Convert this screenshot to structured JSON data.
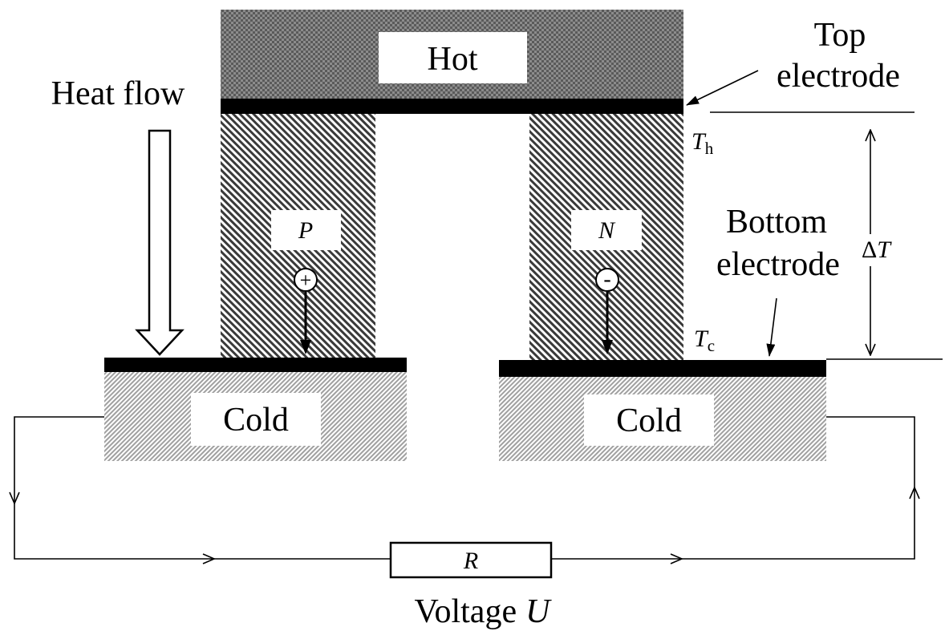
{
  "diagram": {
    "hot_block": {
      "label": "Hot"
    },
    "top_electrode_label": {
      "line1": "Top",
      "line2": "electrode"
    },
    "heat_flow_label": "Heat flow",
    "p_leg": {
      "label": "P",
      "carrier": "+"
    },
    "n_leg": {
      "label": "N",
      "carrier": "-"
    },
    "hot_temperature": {
      "symbol": "T",
      "subscript": "h"
    },
    "cold_temperature": {
      "symbol": "T",
      "subscript": "c"
    },
    "temperature_difference": {
      "prefix": "Δ",
      "symbol": "T"
    },
    "bottom_electrode_label": {
      "line1": "Bottom",
      "line2": "electrode"
    },
    "cold_blocks": [
      {
        "label": "Cold"
      },
      {
        "label": "Cold"
      }
    ],
    "load": {
      "label": "R"
    },
    "voltage": {
      "label": "Voltage",
      "symbol": "U"
    }
  },
  "icons": {
    "heat_flow": "hollow-down-arrow-icon",
    "p_carrier": "plus-circle-icon",
    "n_carrier": "minus-circle-icon",
    "current_direction": "chevron-arrow-icon"
  },
  "colors": {
    "hot_fill": "#8c8c8c",
    "hot_texture": "#5a5a5a",
    "leg_hatch": "#3a3a3a",
    "cold_hatch": "#a0a0a0",
    "electrode": "#000000",
    "label_box": "#ffffff"
  }
}
